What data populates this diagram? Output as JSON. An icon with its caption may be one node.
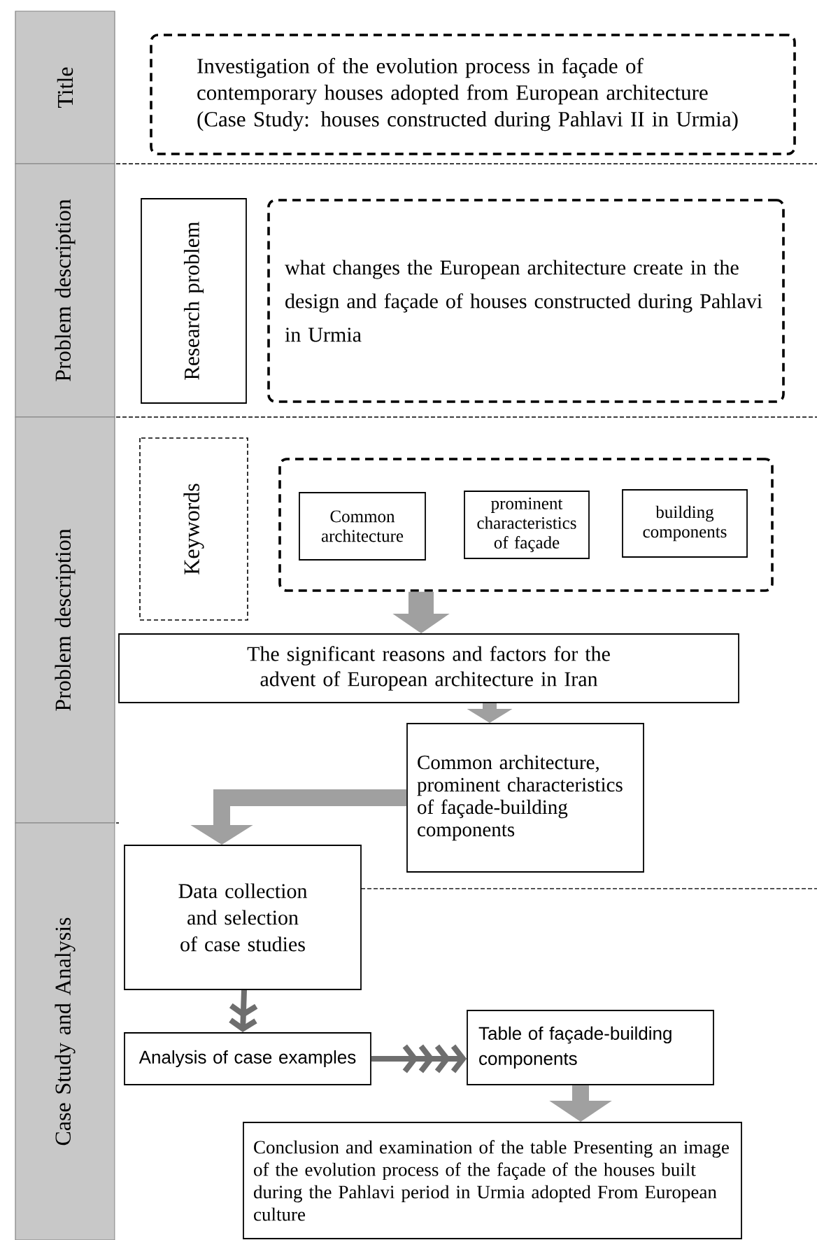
{
  "diagram": {
    "nodes": [
      {
        "text": [
          "Title"
        ]
      },
      {
        "text": [
          "Problem description"
        ]
      },
      {
        "text": [
          "Problem description"
        ]
      },
      {
        "text": [
          "Case Study and Analysis"
        ]
      },
      {
        "text": [
          "Investigation of the evolution process in façade of contemporary houses adopted from European architecture (Case Study: houses constructed during Pahlavi II in Urmia)"
        ]
      },
      {
        "text": [
          "Research problem"
        ]
      },
      {
        "text": [
          "what changes the European architecture create in the design and façade of houses constructed during Pahlavi in Urmia"
        ]
      },
      {
        "text": [
          "Keywords"
        ]
      },
      {
        "text": [],
        "shape": "box"
      },
      {
        "text": [
          "Common architecture"
        ],
        "in": 8
      },
      {
        "text": [
          "prominent characteristics of façade"
        ],
        "in": 8
      },
      {
        "text": [
          "building components"
        ],
        "in": 8
      },
      {
        "text": [
          "The significant reasons and factors for the advent of European architecture in Iran"
        ]
      },
      {
        "text": [
          "Common architecture, prominent characteristics of façade-building components"
        ]
      },
      {
        "text": [
          "Data collection and selection of case studies"
        ]
      },
      {
        "text": [
          "Analysis of case examples"
        ]
      },
      {
        "text": [
          "Table of façade-building components"
        ]
      },
      {
        "text": [
          "Conclusion and examination of the table Presenting an image of the evolution process of the façade of the houses built during the Pahlavi period in Urmia adopted From European culture"
        ]
      }
    ],
    "edges": [
      {
        "from": 8,
        "to": 12,
        "arrow": "to",
        "style": "thick"
      },
      {
        "from": 12,
        "to": 13,
        "arrow": "to"
      },
      {
        "from": 13,
        "to": 14,
        "arrow": "to"
      },
      {
        "from": 14,
        "to": 15,
        "arrow": "to"
      },
      {
        "from": 15,
        "to": 16,
        "arrow": "to"
      },
      {
        "from": 16,
        "to": 17,
        "arrow": "to"
      }
    ]
  }
}
